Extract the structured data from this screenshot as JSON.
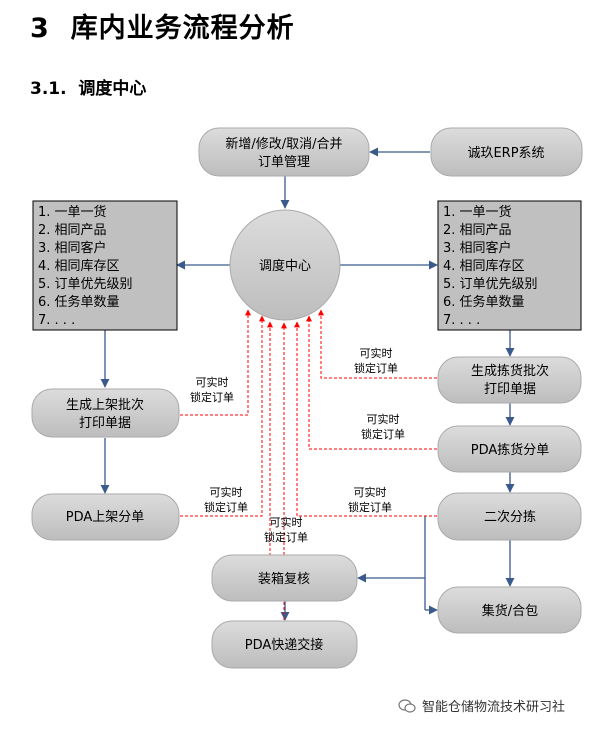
{
  "heading": {
    "number": "3",
    "title": "库内业务流程分析"
  },
  "subheading": {
    "number": "3.1.",
    "title": "调度中心"
  },
  "nodes": {
    "order_mgmt": [
      "新增/修改/取消/合并",
      "订单管理"
    ],
    "erp": "诚玖ERP系统",
    "center": "调度中心",
    "putaway_print": [
      "生成上架批次",
      "打印单据"
    ],
    "pda_putaway": "PDA上架分单",
    "pick_print": [
      "生成拣货批次",
      "打印单据"
    ],
    "pda_pick": "PDA拣货分单",
    "second_sort": "二次分拣",
    "consolidate": "集货/合包",
    "pack_check": "装箱复核",
    "pda_express": "PDA快递交接"
  },
  "rules_left": [
    "1. 一单一货",
    "2. 相同产品",
    "3. 相同客户",
    "4. 相同库存区",
    "5. 订单优先级别",
    "6. 任务单数量",
    "7.  . . ."
  ],
  "rules_right": [
    "1. 一单一货",
    "2. 相同产品",
    "3. 相同客户",
    "4. 相同库存区",
    "5. 订单优先级别",
    "6. 任务单数量",
    "7.  . . ."
  ],
  "lock_label": [
    "可实时",
    "锁定订单"
  ],
  "watermark": "智能仓储物流技术研习社"
}
